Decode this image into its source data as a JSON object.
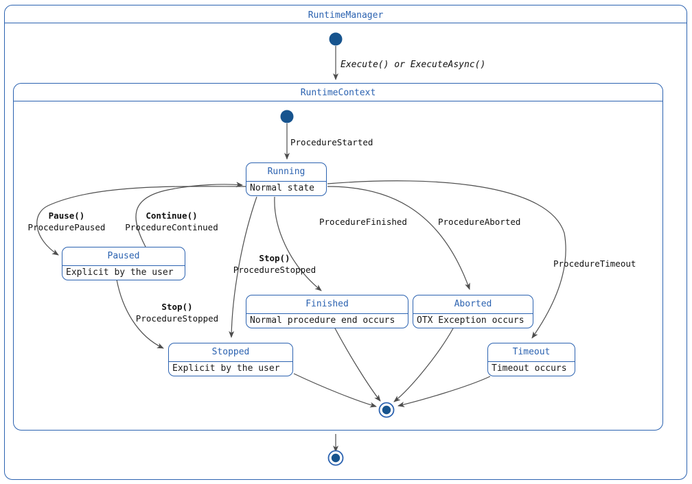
{
  "diagram": {
    "type": "uml-state-diagram",
    "colors": {
      "accent": "#2B62B0",
      "border": "#2B62B0",
      "text": "#101010",
      "background": "#FFFFFF",
      "arrow": "#4D4D4D"
    }
  },
  "outer_frame": {
    "title": "RuntimeManager"
  },
  "inner_frame": {
    "title": "RuntimeContext"
  },
  "nodes": {
    "manager_start": {
      "name": "initial-state"
    },
    "context_start": {
      "name": "initial-state"
    },
    "context_end": {
      "name": "final-state"
    },
    "manager_end": {
      "name": "final-state"
    }
  },
  "states": [
    {
      "id": "running",
      "name": "Running",
      "desc": "Normal state"
    },
    {
      "id": "paused",
      "name": "Paused",
      "desc": "Explicit by the user"
    },
    {
      "id": "stopped",
      "name": "Stopped",
      "desc": "Explicit by the user"
    },
    {
      "id": "finished",
      "name": "Finished",
      "desc": "Normal procedure end occurs"
    },
    {
      "id": "aborted",
      "name": "Aborted",
      "desc": "OTX Exception occurs"
    },
    {
      "id": "timeout",
      "name": "Timeout",
      "desc": "Timeout occurs"
    }
  ],
  "transitions": [
    {
      "id": "execute",
      "label": "Execute() or ExecuteAsync()",
      "style": "italic"
    },
    {
      "id": "procedure_started",
      "label": "ProcedureStarted",
      "style": "plain"
    },
    {
      "id": "pause_call",
      "label": "Pause()",
      "style": "bold"
    },
    {
      "id": "procedure_paused",
      "label": "ProcedurePaused",
      "style": "plain"
    },
    {
      "id": "continue_call",
      "label": "Continue()",
      "style": "bold"
    },
    {
      "id": "procedure_continued",
      "label": "ProcedureContinued",
      "style": "plain"
    },
    {
      "id": "stop_call_running",
      "label": "Stop()",
      "style": "bold"
    },
    {
      "id": "procedure_stopped_running",
      "label": "ProcedureStopped",
      "style": "plain"
    },
    {
      "id": "stop_call_paused",
      "label": "Stop()",
      "style": "bold"
    },
    {
      "id": "procedure_stopped_paused",
      "label": "ProcedureStopped",
      "style": "plain"
    },
    {
      "id": "procedure_finished",
      "label": "ProcedureFinished",
      "style": "plain"
    },
    {
      "id": "procedure_aborted",
      "label": "ProcedureAborted",
      "style": "plain"
    },
    {
      "id": "procedure_timeout",
      "label": "ProcedureTimeout",
      "style": "plain"
    }
  ]
}
